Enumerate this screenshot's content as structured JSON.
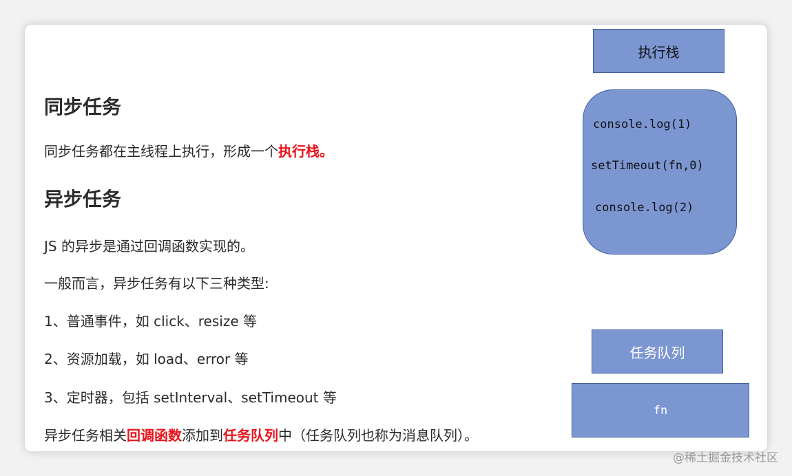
{
  "sync": {
    "heading": "同步任务",
    "text_before": "同步任务都在主线程上执行，形成一个",
    "text_highlight": "执行栈。"
  },
  "async": {
    "heading": "异步任务",
    "line1": "JS 的异步是通过回调函数实现的。",
    "line2": "一般而言，异步任务有以下三种类型:",
    "item1": "1、普通事件，如 click、resize 等",
    "item2": "2、资源加载，如 load、error 等",
    "item3": "3、定时器，包括 setInterval、setTimeout 等",
    "last_part1": "异步任务相关",
    "last_highlight1": "回调函数",
    "last_part2": "添加到",
    "last_highlight2": "任务队列",
    "last_part3": "中（任务队列也称为消息队列）。"
  },
  "diagram": {
    "exec_stack_label": "执行栈",
    "stack_items": [
      "console.log(1)",
      "setTimeout(fn,0)",
      "console.log(2)"
    ],
    "task_queue_label": "任务队列",
    "queue_item": "fn"
  },
  "watermark": "@稀土掘金技术社区",
  "colors": {
    "box_fill": "#7c96d2",
    "box_border": "#3f5f9e",
    "highlight": "#e8131b"
  }
}
